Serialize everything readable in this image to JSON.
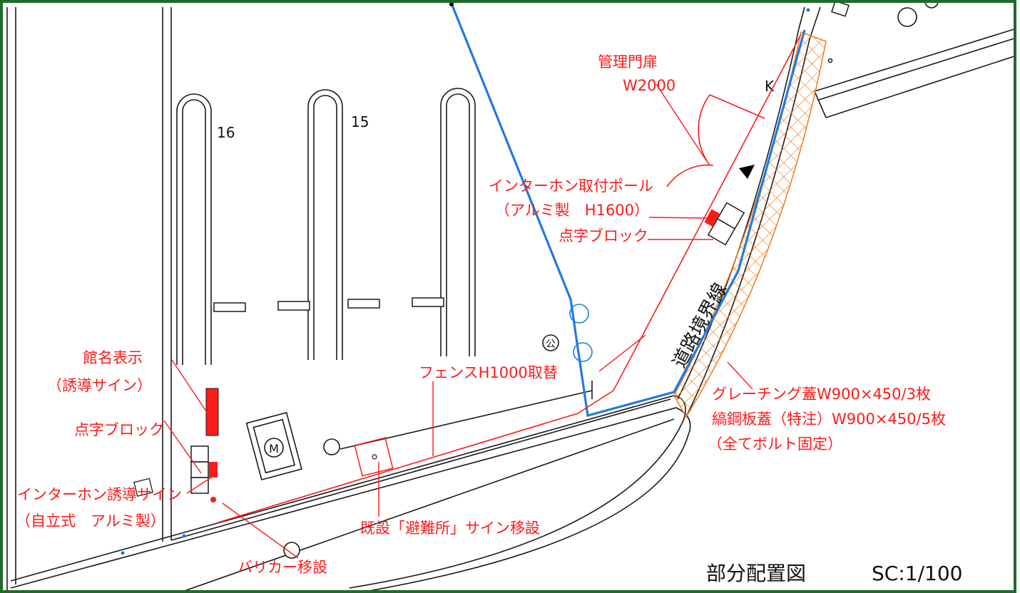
{
  "drawing": {
    "title": "部分配置図",
    "scale": "SC:1/100",
    "parking_numbers": [
      "16",
      "15"
    ],
    "marker_k": "K",
    "symbol_public": "公",
    "symbol_meter": "M"
  },
  "annotations": {
    "gate_line1": "管理門扉",
    "gate_line2": "W2000",
    "intercom_pole_line1": "インターホン取付ポール",
    "intercom_pole_line2": "（アルミ製　H1600）",
    "tactile_block_right": "点字ブロック",
    "road_boundary": "道路境界線",
    "fence": "フェンスH1000取替",
    "grating_line1": "グレーチング蓋W900×450/3枚",
    "grating_line2": "縞鋼板蓋（特注）W900×450/5枚",
    "grating_line3": "（全てボルト固定）",
    "building_sign_line1": "館名表示",
    "building_sign_line2": "（誘導サイン）",
    "tactile_block_left": "点字ブロック",
    "intercom_sign_line1": "インターホン誘導サイン",
    "intercom_sign_line2": "（自立式　アルミ製）",
    "shelter_sign": "既設「避難所」サイン移設",
    "barricade": "バリカー移設"
  },
  "colors": {
    "frame": "#1f6b2a",
    "annotation": "#ff1a1a",
    "boundary_line": "#1e7be0",
    "hatch": "#f07a1e",
    "linework": "#1a1a1a"
  }
}
